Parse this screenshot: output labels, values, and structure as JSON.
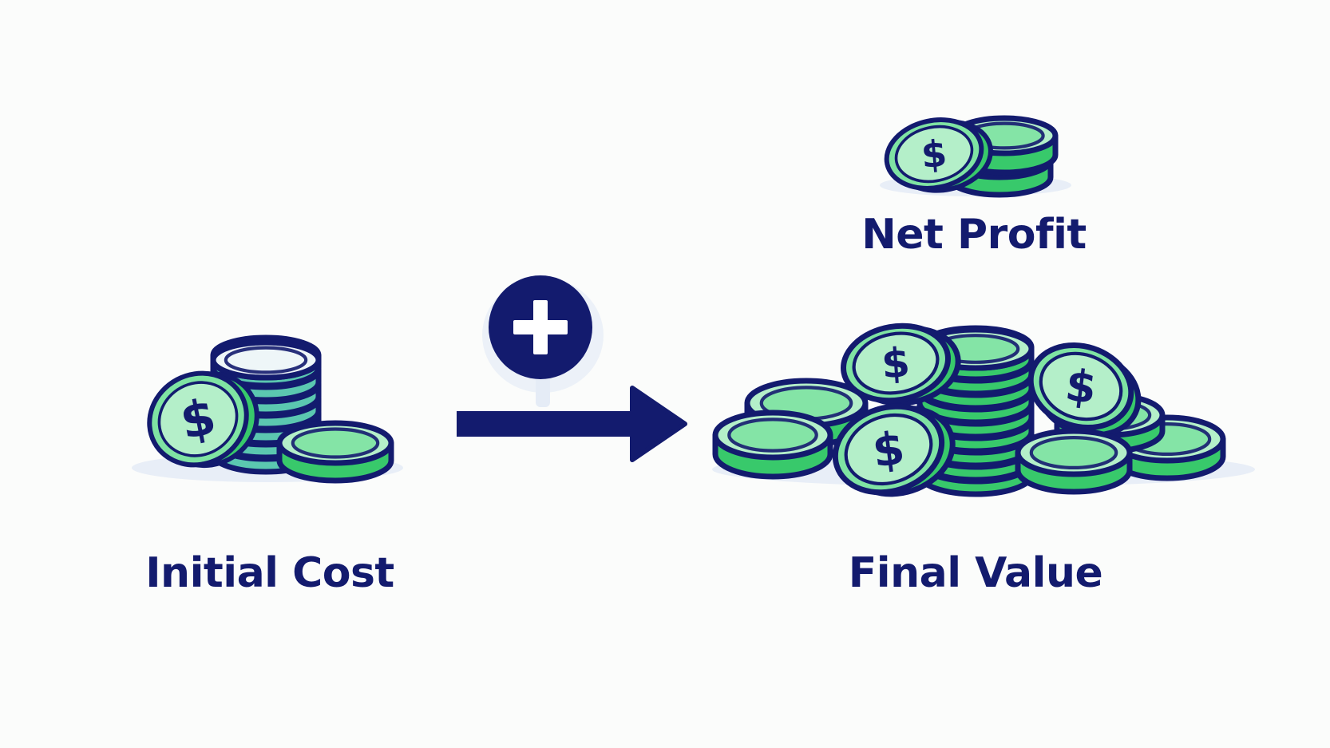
{
  "labels": {
    "initial_cost": "Initial Cost",
    "net_profit": "Net Profit",
    "final_value": "Final Value"
  },
  "icons": {
    "operator": "plus-circle-icon",
    "flow": "arrow-right-icon",
    "coin_symbol": "$"
  },
  "colors": {
    "navy": "#131b6e",
    "coin_light": "#b4efc9",
    "coin_mid": "#7fe3a3",
    "coin_dark": "#38c96b",
    "coin_teal": "#5bc7b0",
    "coin_top_white": "#eef6f8",
    "shadow": "#e5ecf6",
    "background": "#fbfcfb"
  }
}
